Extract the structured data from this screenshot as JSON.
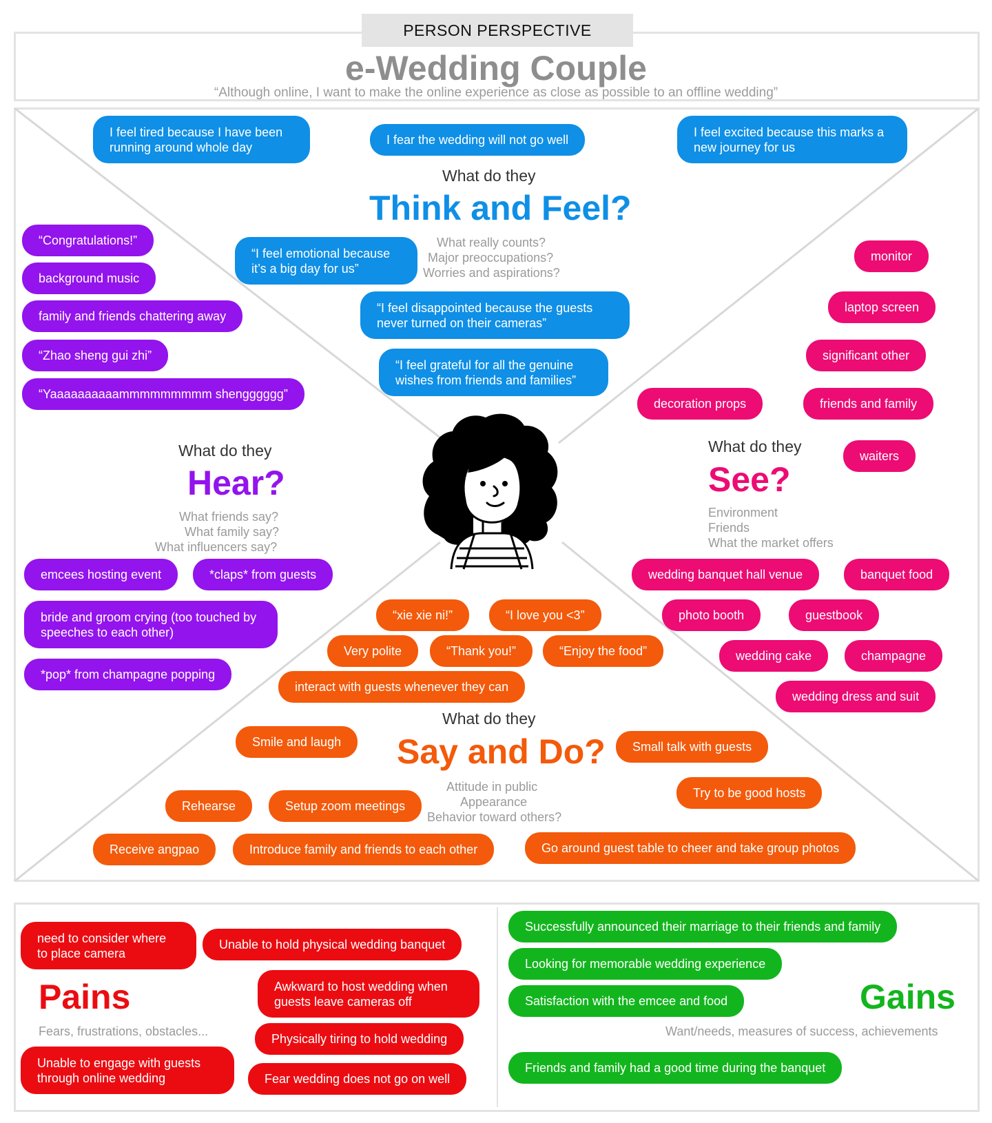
{
  "header": {
    "perspective": "PERSON PERSPECTIVE",
    "title": "e-Wedding Couple",
    "quote": "“Although online, I want to make the online experience as close as possible to an offline wedding”"
  },
  "colors": {
    "think": "#0f8fe6",
    "hear": "#9314ec",
    "see": "#ec0c73",
    "say": "#f35a0b",
    "pains": "#eb0c12",
    "gains": "#13b51e"
  },
  "think": {
    "sub": "What do they",
    "title": "Think and Feel?",
    "hints": [
      "What really counts?",
      "Major preoccupations?",
      "Worries and aspirations?"
    ],
    "items": [
      "I feel tired because I have been running around whole day",
      "I fear the wedding will not go well",
      "I feel excited because this marks a new journey for us",
      "“I feel emotional because it’s a big day for us”",
      "“I feel disappointed because the guests never turned on their cameras”",
      "“I feel grateful for all the genuine wishes from friends and families”"
    ]
  },
  "hear": {
    "sub": "What do they",
    "title": "Hear?",
    "hints": [
      "What friends say?",
      "What family say?",
      "What influencers say?"
    ],
    "items": [
      "“Congratulations!”",
      "background music",
      "family and friends chattering away",
      "“Zhao sheng gui zhi”",
      "“Yaaaaaaaaaammmmmmmmm shengggggg”",
      "emcees hosting event",
      "*claps* from guests",
      "bride and groom crying (too touched by speeches to each other)",
      "*pop* from champagne popping"
    ]
  },
  "see": {
    "sub": "What do they",
    "title": "See?",
    "hints": [
      "Environment",
      "Friends",
      "What the market offers"
    ],
    "items": [
      "monitor",
      "laptop screen",
      "significant other",
      "decoration props",
      "friends and family",
      "waiters",
      "wedding banquet hall venue",
      "banquet food",
      "photo booth",
      "guestbook",
      "wedding cake",
      "champagne",
      "wedding dress and suit"
    ]
  },
  "say": {
    "sub": "What do they",
    "title": "Say and Do?",
    "hints": [
      "Attitude in public",
      "Appearance",
      "Behavior toward others?"
    ],
    "items": [
      "“xie xie ni!”",
      "“I love you <3”",
      "Very polite",
      "“Thank you!”",
      "“Enjoy the food”",
      "interact with guests whenever they can",
      "Smile and laugh",
      "Small talk with guests",
      "Try to be good hosts",
      "Rehearse",
      "Setup zoom meetings",
      "Receive angpao",
      "Introduce family and friends to each other",
      "Go around guest table to cheer and take group photos"
    ]
  },
  "pains": {
    "title": "Pains",
    "hint": "Fears, frustrations, obstacles...",
    "items": [
      "need to consider where to place camera",
      "Unable to hold physical wedding banquet",
      "Awkward to host wedding when guests leave cameras off",
      "Physically tiring to hold wedding",
      "Unable to engage with guests through online wedding",
      "Fear wedding does not go on well"
    ]
  },
  "gains": {
    "title": "Gains",
    "hint": "Want/needs, measures of success, achievements",
    "items": [
      "Successfully announced their marriage to their friends and family",
      "Looking for memorable wedding experience",
      "Satisfaction with the emcee and food",
      "Friends and family had a good time during the banquet"
    ]
  }
}
